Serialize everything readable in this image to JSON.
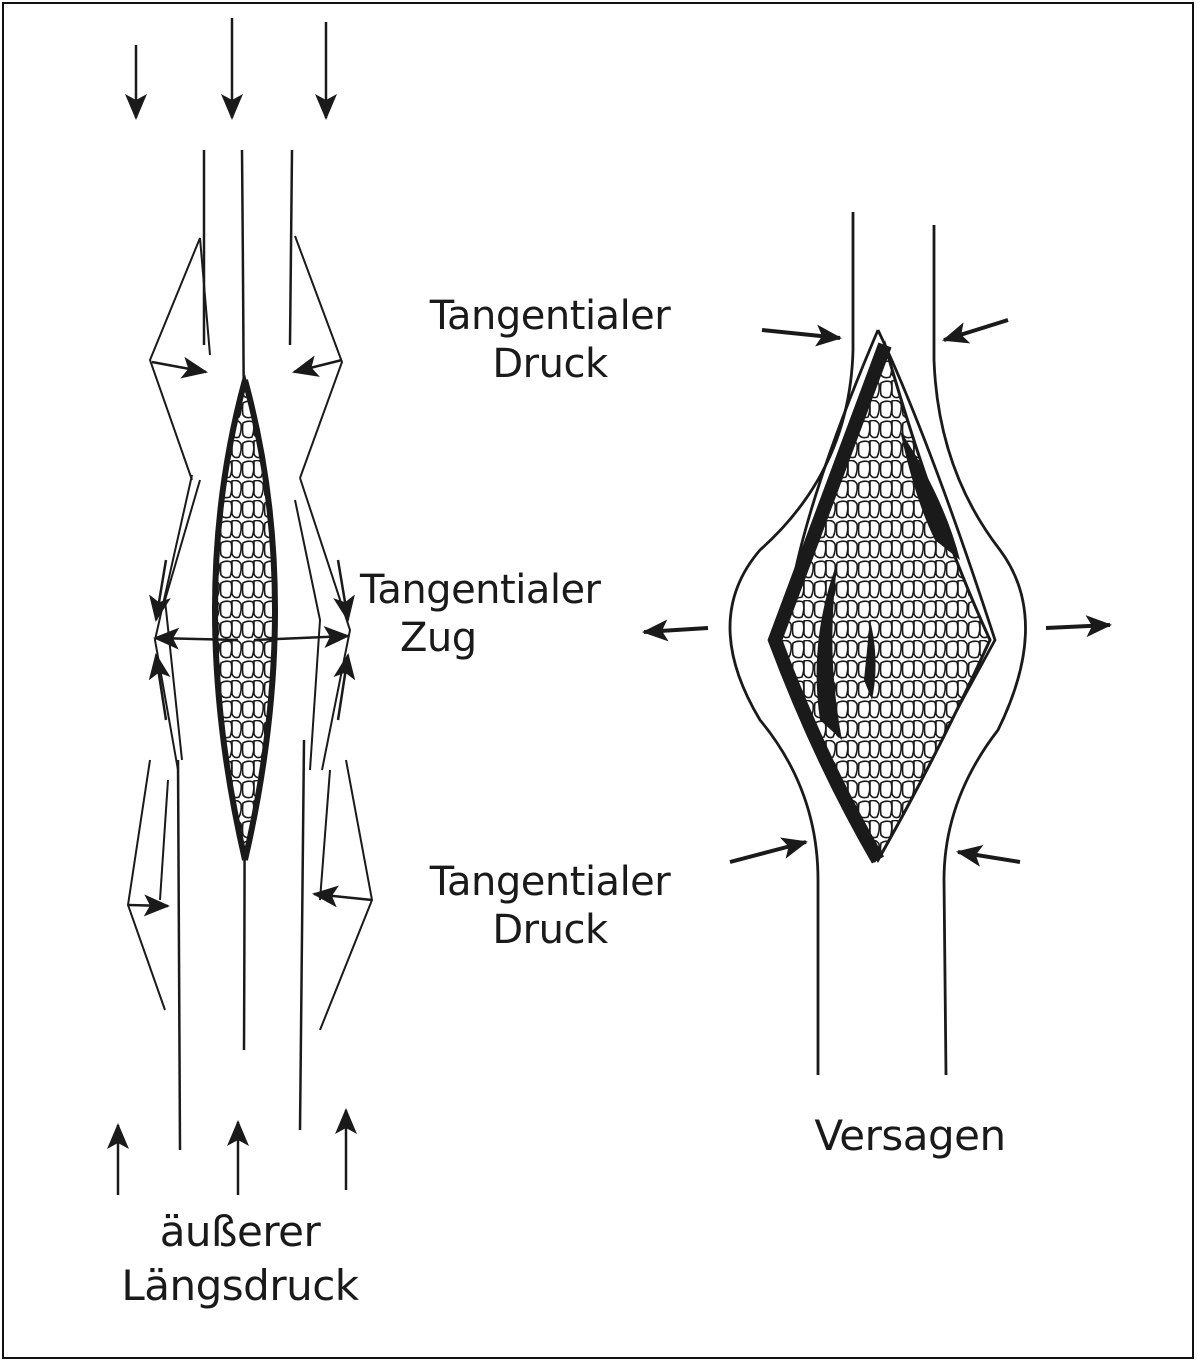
{
  "labels": {
    "top_compression_line1": "Tangentialer",
    "top_compression_line2": "Druck",
    "tension_line1": "Tangentialer",
    "tension_line2": "Zug",
    "bottom_compression_line1": "Tangentialer",
    "bottom_compression_line2": "Druck",
    "failure": "Versagen",
    "external_line1": "äußerer",
    "external_line2": "Längsdruck"
  },
  "colors": {
    "ink": "#1a1a1a",
    "background": "#ffffff"
  }
}
